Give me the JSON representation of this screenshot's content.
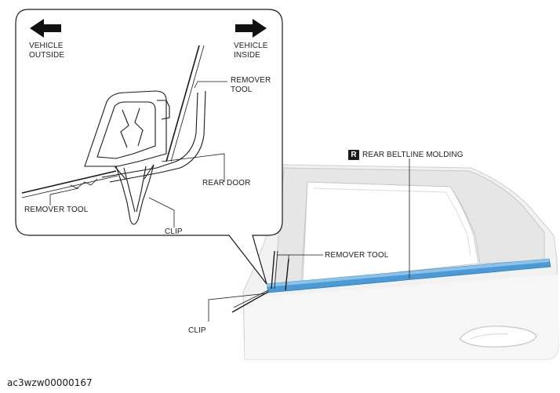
{
  "callout": {
    "vehicle_outside": [
      "VEHICLE",
      "OUTSIDE"
    ],
    "vehicle_inside": [
      "VEHICLE",
      "INSIDE"
    ],
    "remover_tool_right": [
      "REMOVER",
      "TOOL"
    ],
    "rear_door": "REAR DOOR",
    "remover_tool_left": "REMOVER TOOL",
    "clip": "CLIP"
  },
  "main": {
    "badge": "R",
    "part_title": "REAR BELTLINE MOLDING",
    "remover_tool": "REMOVER TOOL",
    "clip": "CLIP"
  },
  "caption": "ac3wzw00000167",
  "colors": {
    "molding": "#4a9ad6",
    "molding_light": "#8cc2ea",
    "line": "#1a1a1a",
    "body_shade": "#eeeeee"
  },
  "icons": [
    "arrow-left-icon",
    "arrow-right-icon"
  ]
}
